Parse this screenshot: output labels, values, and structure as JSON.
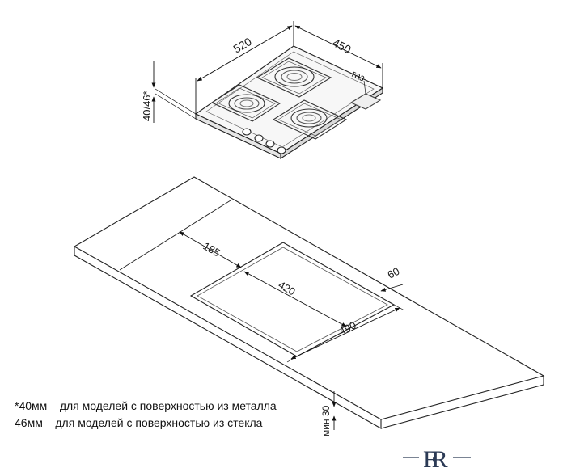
{
  "hob": {
    "width_label": "520",
    "depth_label": "450",
    "height_label": "40/46*",
    "gas_label": "газ"
  },
  "cutout": {
    "offset_label": "185",
    "width_label": "420",
    "depth_label": "490",
    "edge_label": "60",
    "min_thickness_label": "мин 30"
  },
  "notes": {
    "line1": "*40мм – для моделей с поверхностью из металла",
    "line2": "46мм – для моделей с поверхностью из стекла"
  },
  "logo": {
    "text": "FR"
  }
}
